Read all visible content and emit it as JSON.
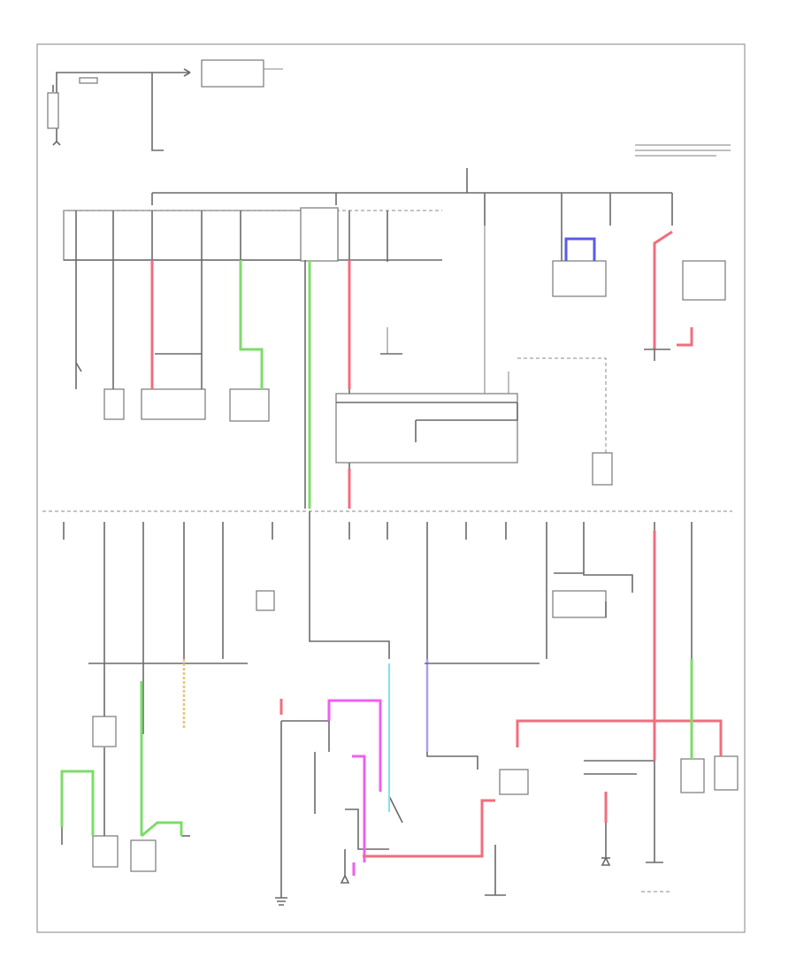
{
  "page_label": "",
  "note": "",
  "components": [
    {
      "id": "battery",
      "label": ""
    },
    {
      "id": "fuse-relay-box-top",
      "label": ""
    },
    {
      "id": "under-dash-fuse-box",
      "label": ""
    },
    {
      "id": "ecm-pcm",
      "label": ""
    },
    {
      "id": "starter-cut-relay",
      "label": ""
    },
    {
      "id": "power-window-relay",
      "label": ""
    }
  ],
  "colors": {
    "wire": "#6a6a6a",
    "red_circuit": "#f26d7d",
    "green_circuit": "#7ddc6a",
    "magenta_circuit": "#ef5fef",
    "blue_circuit": "#5a5ae8",
    "cyan_circuit": "#7fe4ee",
    "violet_circuit": "#a9a0ef",
    "yellow_circuit": "#e6c86e"
  }
}
